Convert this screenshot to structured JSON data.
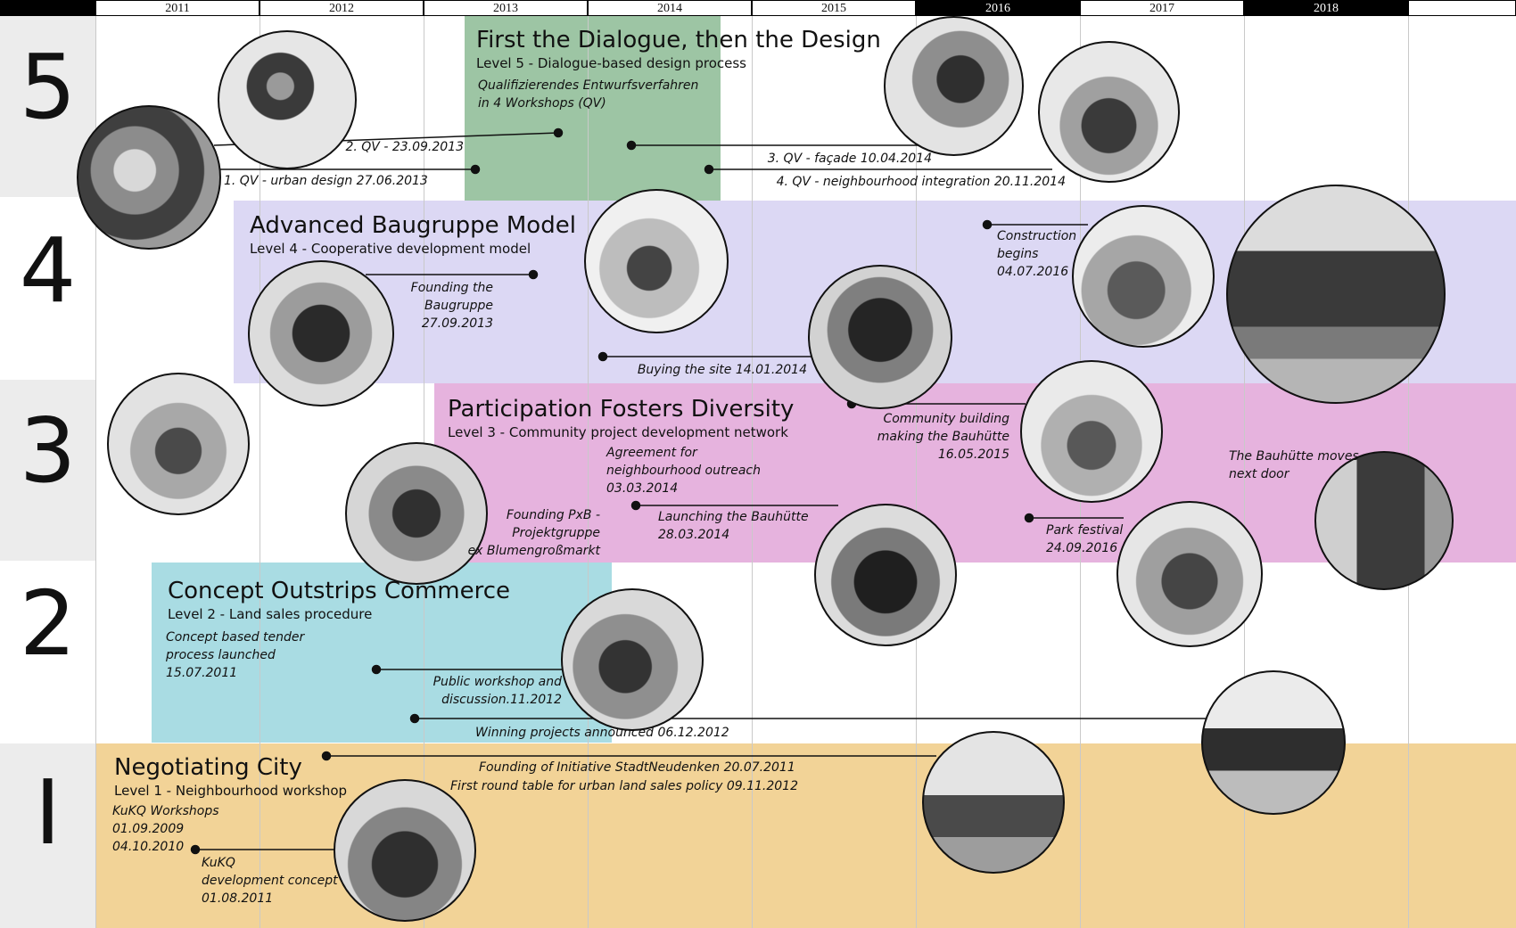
{
  "years": [
    "2011",
    "2012",
    "2013",
    "2014",
    "2015",
    "2016",
    "2017",
    "2018"
  ],
  "levels": [
    "5",
    "4",
    "3",
    "2",
    "I"
  ],
  "bands": {
    "l5": {
      "title": "First the Dialogue, then the Design",
      "subtitle": "Level 5 - Dialogue-based design process",
      "color": "#9dc5a4"
    },
    "l4": {
      "title": "Advanced Baugruppe Model",
      "subtitle": "Level 4 - Cooperative development model",
      "color": "#dcd8f4"
    },
    "l3": {
      "title": "Participation Fosters Diversity",
      "subtitle": "Level 3 - Community project development network",
      "color": "#e6b3de"
    },
    "l2": {
      "title": "Concept Outstrips Commerce",
      "subtitle": "Level 2 - Land sales procedure",
      "color": "#a9dce3"
    },
    "l1": {
      "title": "Negotiating City",
      "subtitle": "Level 1 - Neighbourhood workshop",
      "color": "#f2d397"
    }
  },
  "notes": {
    "qv_desc": "Qualifizierendes Entwurfsverfahren\nin 4 Workshops (QV)",
    "qv2": "2. QV - 23.09.2013",
    "qv1": "1. QV - urban design 27.06.2013",
    "qv3": "3. QV - façade 10.04.2014",
    "qv4": "4. QV - neighbourhood integration 20.11.2014",
    "founding_baugruppe": "Founding the\nBaugruppe\n27.09.2013",
    "construction": "Construction\nbegins\n04.07.2016",
    "buying": "Buying the site 14.01.2014",
    "community_building": "Community building\nmaking the Bauhütte\n16.05.2015",
    "agreement": "Agreement for\nneighbourhood outreach\n03.03.2014",
    "bauhuette_moves": "The Bauhütte moves\nnext door",
    "founding_pxb": "Founding PxB -\nProjektgruppe\nex Blumengroßmarkt",
    "launching": "Launching the Bauhütte\n28.03.2014",
    "park_festival": "Park festival\n24.09.2016",
    "tender": "Concept based tender\nprocess launched\n15.07.2011",
    "public_workshop": "Public workshop and\ndiscussion.11.2012",
    "winning": "Winning projects announced 06.12.2012",
    "founding_initiative": "Founding of Initiative StadtNeudenken 20.07.2011",
    "round_table": "First round table for urban land sales policy 09.11.2012",
    "kukq_workshops": "KuKQ Workshops\n01.09.2009\n04.10.2010",
    "kukq_concept": "KuKQ\ndevelopment concept\n01.08.2011"
  },
  "photos": [
    "group-meeting-photo",
    "speaker-photo",
    "workshop-pointing-photo",
    "presentation-room-photo",
    "table-discussion-photo",
    "founding-group-photo",
    "group-portrait-photo",
    "groundbreaking-photo",
    "building-exterior-photo",
    "model-worker-photo",
    "seated-discussion-photo",
    "bauhuette-construction-photo",
    "press-event-photo",
    "park-festival-photo",
    "facade-photo",
    "public-workshop-photo",
    "panel-hearing-photo",
    "round-table-photo",
    "kukq-audience-photo"
  ]
}
